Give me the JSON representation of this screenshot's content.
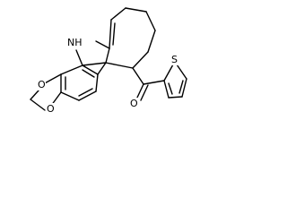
{
  "structure": {
    "atom_labels": {
      "nh": "NH",
      "o_dioxole_top": "O",
      "o_dioxole_bottom": "O",
      "o_ketone": "O",
      "s_thiophene": "S"
    }
  }
}
